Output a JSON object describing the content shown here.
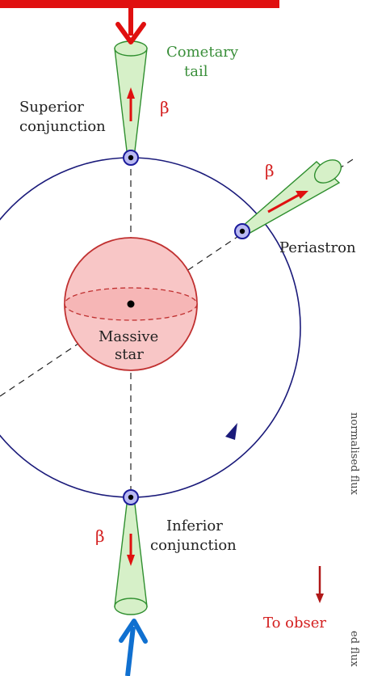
{
  "labels": {
    "cometary_tail": "Cometary",
    "cometary_tail_2": "tail",
    "superior_conjunction": "Superior",
    "superior_conjunction_2": "conjunction",
    "periastron": "Periastron",
    "massive_star": "Massive",
    "massive_star_2": "star",
    "inferior_conjunction": "Inferior",
    "inferior_conjunction_2": "conjunction",
    "to_observer": "To obser",
    "beta_top": "β",
    "beta_right": "β",
    "beta_bottom": "β",
    "side_text_1": "normalised flux",
    "side_text_2": "ed flux"
  },
  "colors": {
    "orbit": "#1a1a7a",
    "tail_fill": "#d6f0c8",
    "tail_stroke": "#2f8f2f",
    "star_fill": "#f8c6c6",
    "star_stroke": "#c03030",
    "red_arrow": "#e01010",
    "blue_arrow": "#1070d0",
    "text_green": "#3a8f3a",
    "text_red": "#d42020"
  }
}
